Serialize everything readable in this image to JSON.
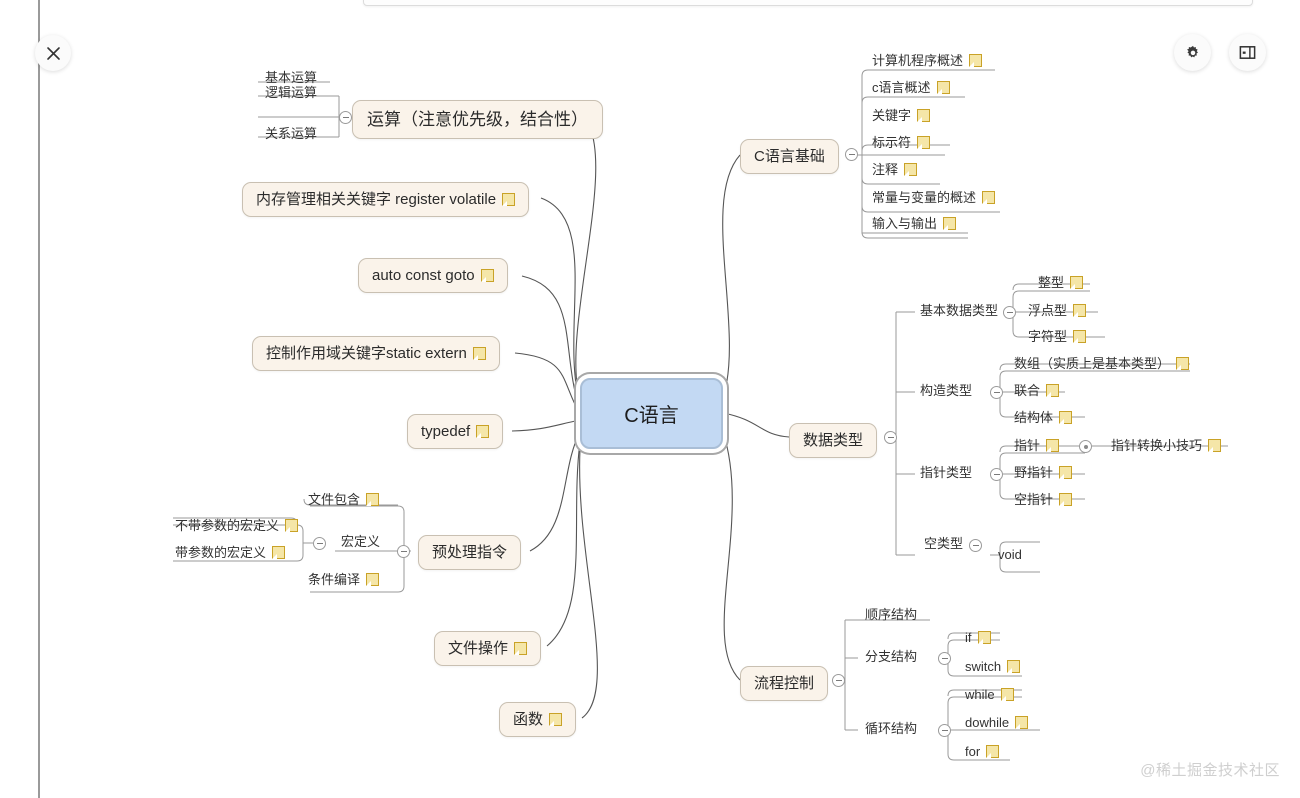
{
  "app": {
    "watermark": "@稀土掘金技术社区"
  },
  "toolbar": {
    "close_label": "close-icon",
    "settings_label": "gear-icon",
    "panel_label": "panel-toggle-icon"
  },
  "mindmap": {
    "root": "C语言",
    "left_branches": [
      {
        "label": "运算（注意优先级，结合性）",
        "children": [
          "基本运算",
          "逻辑运算",
          "关系运算"
        ]
      },
      {
        "label": "内存管理相关关键字 register volatile",
        "note": true,
        "children": []
      },
      {
        "label": "auto const goto",
        "note": true,
        "children": []
      },
      {
        "label": "控制作用域关键字static extern",
        "note": true,
        "children": []
      },
      {
        "label": "typedef",
        "note": true,
        "children": []
      },
      {
        "label": "预处理指令",
        "children": [
          "文件包含",
          "宏定义",
          "条件编译"
        ],
        "grandchildren": [
          "不带参数的宏定义",
          "带参数的宏定义"
        ]
      },
      {
        "label": "文件操作",
        "note": true,
        "children": []
      },
      {
        "label": "函数",
        "note": true,
        "children": []
      }
    ],
    "right_branches": [
      {
        "label": "C语言基础",
        "children": [
          "计算机程序概述",
          "c语言概述",
          "关键字",
          "标示符",
          "注释",
          "常量与变量的概述",
          "输入与输出"
        ]
      },
      {
        "label": "数据类型",
        "groups": [
          {
            "label": "基本数据类型",
            "items": [
              "整型",
              "浮点型",
              "字符型"
            ]
          },
          {
            "label": "构造类型",
            "items": [
              "数组（实质上是基本类型）",
              "联合",
              "结构体"
            ]
          },
          {
            "label": "指针类型",
            "items": [
              "指针",
              "野指针",
              "空指针"
            ],
            "extra": "指针转换小技巧"
          },
          {
            "label": "空类型",
            "items": [
              "void"
            ]
          }
        ]
      },
      {
        "label": "流程控制",
        "groups": [
          {
            "label": "顺序结构",
            "items": []
          },
          {
            "label": "分支结构",
            "items": [
              "if",
              "switch"
            ]
          },
          {
            "label": "循环结构",
            "items": [
              "while",
              "dowhile",
              "for"
            ]
          }
        ]
      }
    ]
  },
  "colors": {
    "root_fill": "#c3d9f3",
    "node_fill": "#faf3ea",
    "node_border": "#c9c0b2",
    "link": "#555555",
    "note": "#f5e6a8"
  }
}
